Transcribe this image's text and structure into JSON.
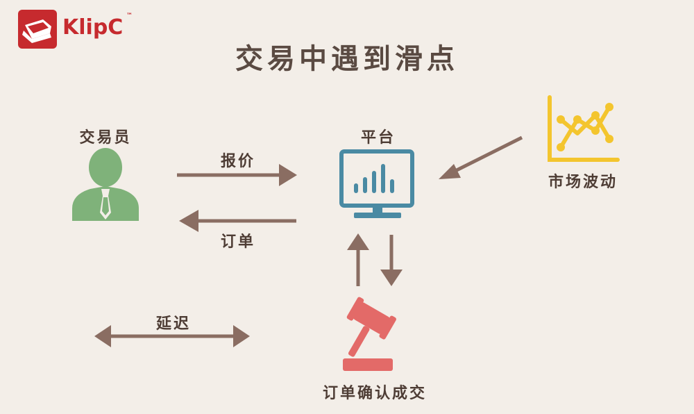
{
  "brand": {
    "name": "KlipC",
    "tm": "™"
  },
  "title": "交易中遇到滑点",
  "nodes": {
    "trader": {
      "label": "交易员",
      "icon": "trader-icon"
    },
    "platform": {
      "label": "平台",
      "icon": "monitor-chart-icon"
    },
    "market": {
      "label": "市场波动",
      "icon": "line-chart-icon"
    },
    "confirm": {
      "label": "订单确认成交",
      "icon": "gavel-icon"
    }
  },
  "edges": {
    "quote": {
      "label": "报价"
    },
    "order": {
      "label": "订单"
    },
    "delay": {
      "label": "延迟"
    }
  },
  "colors": {
    "background": "#f3eee8",
    "brand": "#c62a2e",
    "arrow": "#8a6d62",
    "trader": "#7fb27a",
    "platform": "#4a8aa3",
    "market": "#f3c52e",
    "gavel": "#e36a68",
    "text": "#4e3d35"
  }
}
